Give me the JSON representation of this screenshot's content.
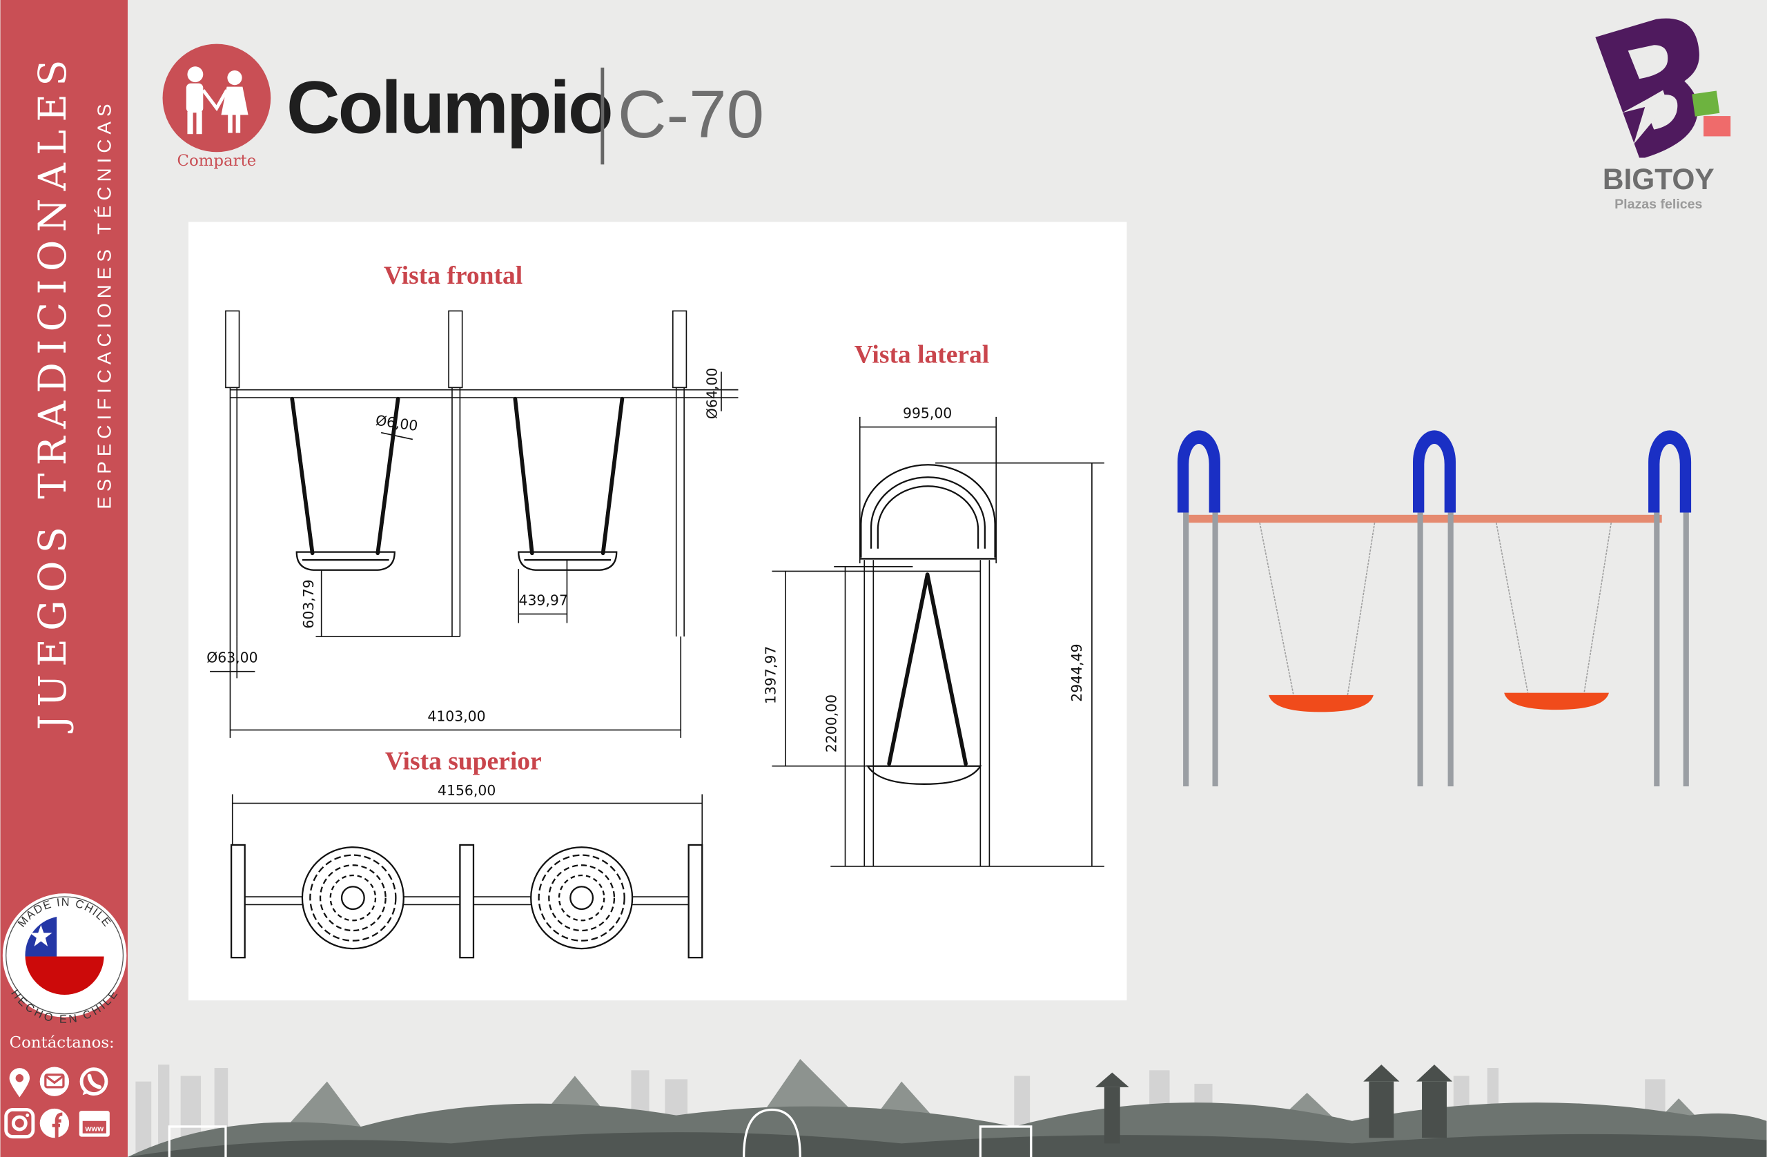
{
  "colors": {
    "sidebar": "#c94f55",
    "title_red": "#c9454c",
    "brand_purple": "#4f1a5e",
    "swing_blue": "#1a2fc4",
    "seat_orange": "#f04b1b"
  },
  "sidebar": {
    "title": "JUEGOS TRADICIONALES",
    "subtitle": "ESPECIFICACIONES TÉCNICAS",
    "badge_top": "MADE IN CHILE",
    "badge_bottom": "HECHO EN CHILE",
    "contact_label": "Contáctanos:",
    "contact_icons": [
      "location-icon",
      "email-icon",
      "whatsapp-icon",
      "instagram-icon",
      "facebook-icon",
      "website-icon"
    ],
    "website_icon_text": "www"
  },
  "header": {
    "category_label": "Comparte",
    "product_name": "Columpio",
    "model": "C-70"
  },
  "brand": {
    "name": "BIGTOY",
    "tagline": "Plazas felices"
  },
  "drawings": {
    "front": {
      "title": "Vista frontal",
      "beam_diameter": "Ø64,00",
      "chain_diameter": "Ø6,00",
      "post_diameter": "Ø63,00",
      "seat_height": "603,79",
      "seat_width": "439,97",
      "total_width": "4103,00"
    },
    "top": {
      "title": "Vista superior",
      "total_width": "4156,00"
    },
    "side": {
      "title": "Vista lateral",
      "arch_width": "995,00",
      "total_height": "2944,49",
      "beam_height": "2200,00",
      "chain_length": "1397,97"
    }
  }
}
